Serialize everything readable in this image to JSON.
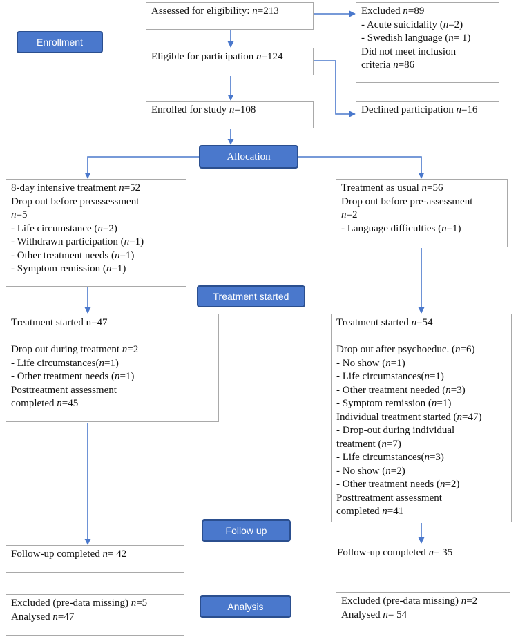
{
  "colors": {
    "arrow": "#4a78cc",
    "stage_fill": "#4a78cc",
    "stage_border": "#2b4f8f",
    "box_border": "#a9a9a9"
  },
  "stages": {
    "enrollment": "Enrollment",
    "allocation": "Allocation",
    "treatment_started": "Treatment started",
    "follow_up": "Follow up",
    "analysis": "Analysis"
  },
  "boxes": {
    "assessed": [
      [
        "Assessed for eligibility: ",
        "n",
        "=213"
      ]
    ],
    "excluded_enrollment": [
      [
        "Excluded ",
        "n",
        "=89"
      ],
      [
        "- Acute suicidality (",
        "n",
        "=2)"
      ],
      [
        "- Swedish language (",
        "n",
        "= 1)"
      ],
      [
        "Did not meet inclusion"
      ],
      [
        "criteria ",
        "n",
        "=86"
      ]
    ],
    "eligible": [
      [
        "Eligible for participation ",
        "n",
        "=124"
      ]
    ],
    "enrolled": [
      [
        "Enrolled for study ",
        "n",
        "=108"
      ]
    ],
    "declined": [
      [
        "Declined participation ",
        "n",
        "=16"
      ]
    ],
    "intensive_allocation": [
      [
        "8-day intensive treatment ",
        "n",
        "=52"
      ],
      [
        "Drop out before preassessment"
      ],
      [
        "",
        "n",
        "=5"
      ],
      [
        "- Life circumstance (",
        "n",
        "=2)"
      ],
      [
        "- Withdrawn participation (",
        "n",
        "=1)"
      ],
      [
        "- Other treatment needs (",
        "n",
        "=1)"
      ],
      [
        "- Symptom remission (",
        "n",
        "=1)"
      ]
    ],
    "tau_allocation": [
      [
        "Treatment as usual ",
        "n",
        "=56"
      ],
      [
        "Drop out before pre-assessment"
      ],
      [
        "",
        "n",
        "=2"
      ],
      [
        "- Language difficulties (",
        "n",
        "=1)"
      ]
    ],
    "intensive_treatment": [
      [
        "Treatment started n=47"
      ],
      [],
      [
        "Drop out during treatment ",
        "n",
        "=2"
      ],
      [
        "- Life circumstances(",
        "n",
        "=1)"
      ],
      [
        "- Other treatment needs (",
        "n",
        "=1)"
      ],
      [
        "Posttreatment assessment"
      ],
      [
        "completed ",
        "n",
        "=45"
      ]
    ],
    "tau_treatment": [
      [
        "Treatment started ",
        "n",
        "=54"
      ],
      [],
      [
        "Drop out after psychoeduc. (",
        "n",
        "=6)"
      ],
      [
        "- No show (",
        "n",
        "=1)"
      ],
      [
        "- Life circumstances(",
        "n",
        "=1)"
      ],
      [
        "- Other treatment needed (",
        "n",
        "=3)"
      ],
      [
        "- Symptom remission (",
        "n",
        "=1)"
      ],
      [
        "Individual treatment started (",
        "n",
        "=47)"
      ],
      [
        "- Drop-out during individual"
      ],
      [
        "treatment (",
        "n",
        "=7)"
      ],
      [
        "- Life circumstances(",
        "n",
        "=3)"
      ],
      [
        "- No show (",
        "n",
        "=2)"
      ],
      [
        "- Other treatment needs (",
        "n",
        "=2)"
      ],
      [
        "Posttreatment assessment"
      ],
      [
        "completed ",
        "n",
        "=41"
      ]
    ],
    "intensive_followup": [
      [
        "Follow-up completed ",
        "n",
        "= 42"
      ]
    ],
    "tau_followup": [
      [
        "Follow-up completed ",
        "n",
        "= 35"
      ]
    ],
    "intensive_analysis": [
      [
        "Excluded (pre-data missing) ",
        "n",
        "=5"
      ],
      [
        "Analysed ",
        "n",
        "=47"
      ]
    ],
    "tau_analysis": [
      [
        "Excluded (pre-data missing) ",
        "n",
        "=2"
      ],
      [
        "Analysed ",
        "n",
        "= 54"
      ]
    ]
  }
}
